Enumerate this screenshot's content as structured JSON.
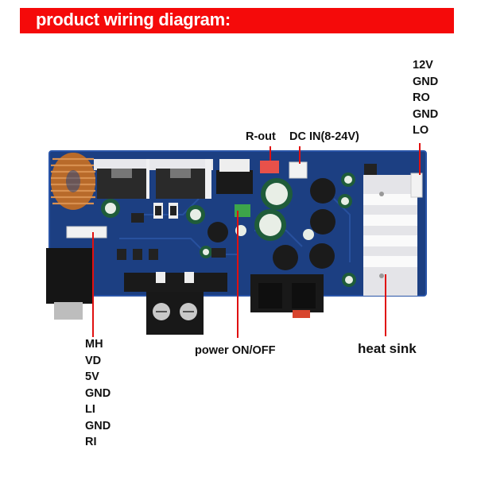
{
  "header": {
    "title": "product wiring diagram:"
  },
  "colors": {
    "banner": "#f50a0a",
    "leader": "#e01010",
    "pcb": "#1c3f82"
  },
  "labels": {
    "r_out": "R-out",
    "dc_in": "DC IN(8-24V)",
    "power_switch": "power ON/OFF",
    "heat_sink": "heat sink"
  },
  "output_connector_pins": [
    "12V",
    "GND",
    "RO",
    "GND",
    "LO"
  ],
  "input_connector_pins": [
    "MH",
    "VD",
    "5V",
    "GND",
    "LI",
    "GND",
    "RI"
  ]
}
